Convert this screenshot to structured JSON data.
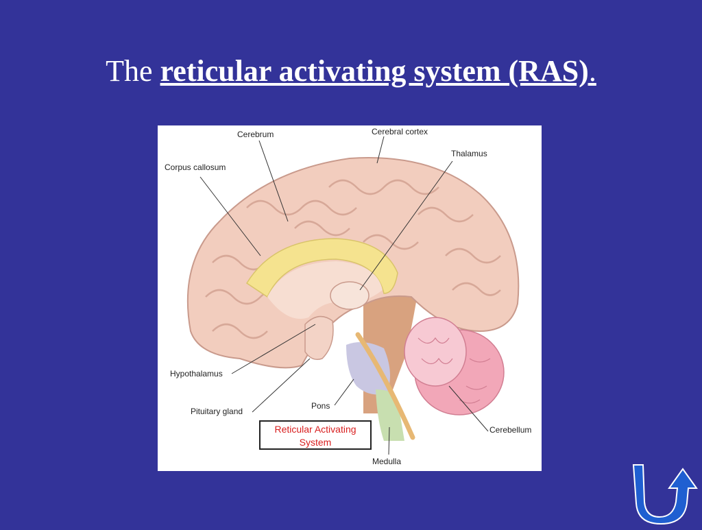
{
  "title": {
    "prefix": "The ",
    "emphasis": "reticular activating system (RAS)",
    "suffix": "."
  },
  "diagram": {
    "labels": {
      "cerebrum": "Cerebrum",
      "cerebral_cortex": "Cerebral cortex",
      "thalamus": "Thalamus",
      "corpus_callosum": "Corpus callosum",
      "hypothalamus": "Hypothalamus",
      "pituitary_gland": "Pituitary gland",
      "pons": "Pons",
      "cerebellum": "Cerebellum",
      "medulla": "Medulla"
    },
    "ras_box": {
      "line1": "Reticular Activating",
      "line2": "System"
    },
    "colors": {
      "background": "#333399",
      "brain": "#f2cdbe",
      "corpus_callosum": "#f5e38f",
      "cerebellum": "#f2a7b8",
      "pons": "#c9c7e2",
      "medulla": "#c8dfb0",
      "ras_fiber": "#e7b874",
      "ras_text": "#d81e1e"
    }
  },
  "nav": {
    "icon": "return-arrow-icon"
  }
}
